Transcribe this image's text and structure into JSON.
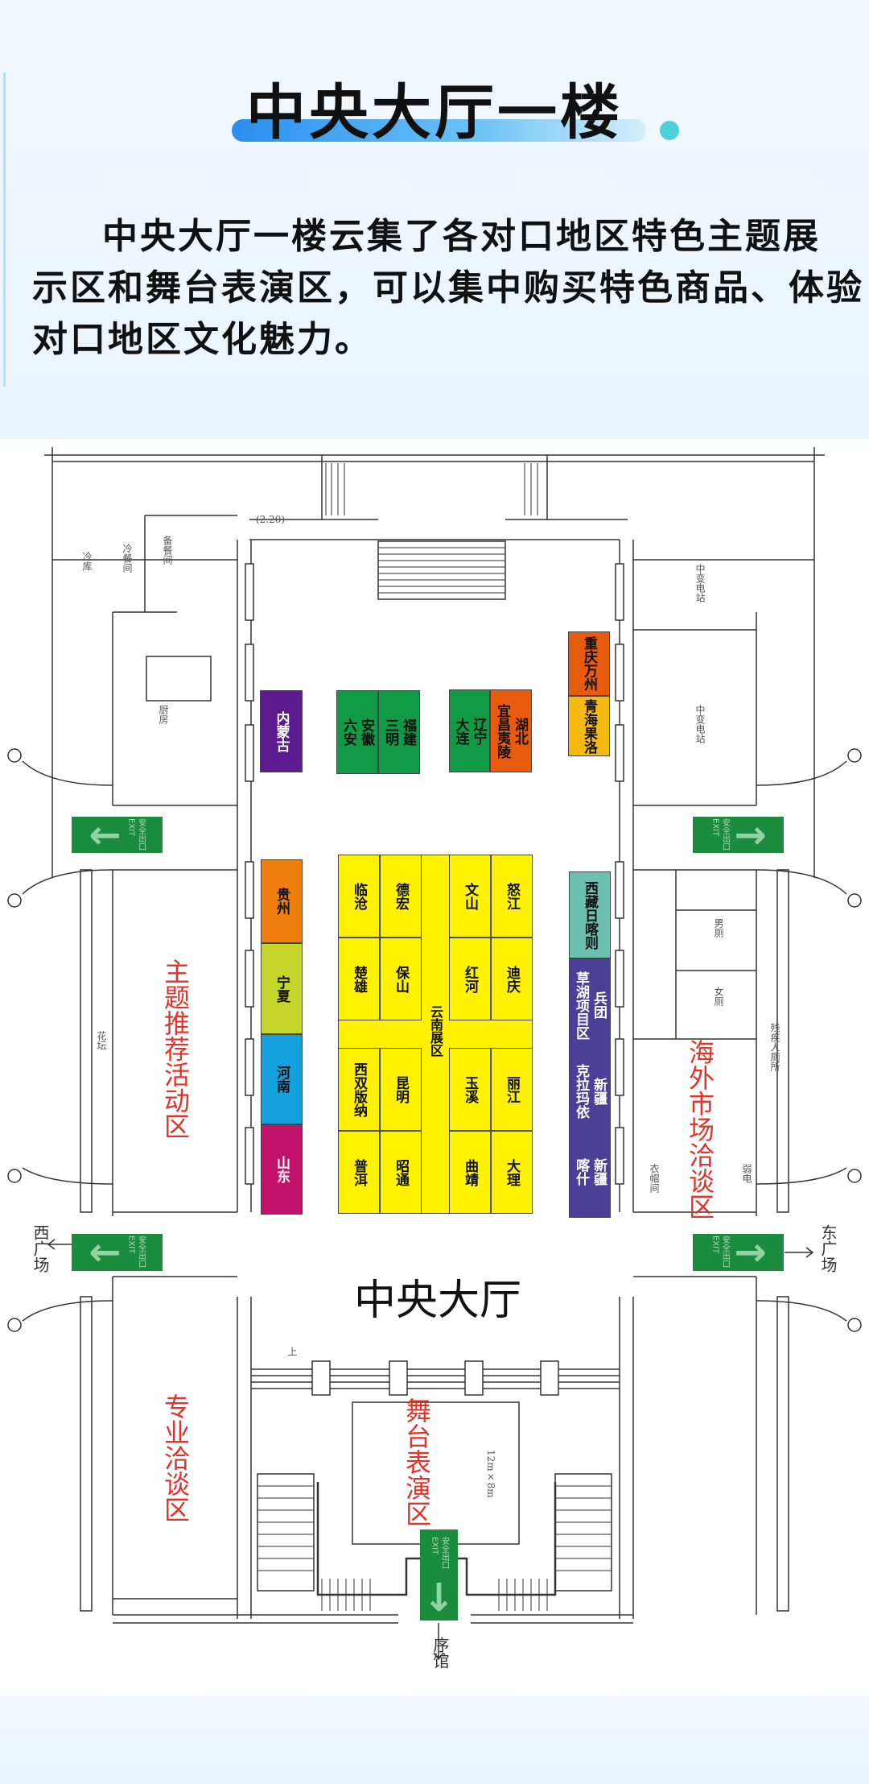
{
  "header": {
    "title": "中央大厅一楼",
    "intro_lines": [
      "中央大厅一楼云集了各对口地区特色主题展",
      "示区和舞台表演区，可以集中购买特色商品、体验",
      "对口地区文化魅力。"
    ]
  },
  "map": {
    "hall_label": "中央大厅",
    "zones": {
      "theme": "主题推荐活动区",
      "overseas": "海外市场洽谈区",
      "professional": "专业洽谈区",
      "stage": "舞台表演区"
    },
    "booths_top": [
      {
        "label": "内蒙古",
        "color": "#5c1b8e"
      },
      {
        "label": "安徽\n六安",
        "color": "#109a45"
      },
      {
        "label": "福建\n三明",
        "color": "#109a45"
      },
      {
        "label": "辽宁\n大连",
        "color": "#109a45"
      },
      {
        "label": "湖北\n宜昌夷陵",
        "color": "#e85a0e"
      },
      {
        "label": "重庆万州",
        "color": "#e85a0e"
      },
      {
        "label": "青海果洛",
        "color": "#f5b90f"
      }
    ],
    "booths_left": [
      {
        "label": "贵州",
        "color": "#ee7f0d"
      },
      {
        "label": "宁夏",
        "color": "#c4d52b"
      },
      {
        "label": "河南",
        "color": "#14a0dc"
      },
      {
        "label": "山东",
        "color": "#c2126b"
      }
    ],
    "yunnan": {
      "label": "云南展区",
      "color": "#fff200",
      "cells": [
        "临沧",
        "德宏",
        "文山",
        "怒江",
        "楚雄",
        "保山",
        "红河",
        "迪庆",
        "西双版纳",
        "昆明",
        "玉溪",
        "丽江",
        "普洱",
        "昭通",
        "曲靖",
        "大理"
      ]
    },
    "booths_right": [
      {
        "label": "西藏日喀则",
        "color": "#6cc0b1"
      },
      {
        "label": "兵团\n草湖项目区",
        "color": "#4b3f97"
      },
      {
        "label": "新疆\n克拉玛依",
        "color": "#4b3f97"
      },
      {
        "label": "新疆\n喀什",
        "color": "#4b3f97"
      }
    ],
    "exit_sign_text": "安全出口 EXIT",
    "directions": {
      "west": "西广场",
      "east": "东广场",
      "south": "序馆"
    },
    "rooms": {
      "cold_storage": "冷库",
      "cold_meal": "冷餐间",
      "prep": "备餐间",
      "kitchen": "厨房",
      "substation_1": "中变电站",
      "substation_2": "中变电站",
      "mens": "男厕",
      "womens": "女厕",
      "accessible": "残疾人厕所",
      "flowerbed": "花坛",
      "cloakroom": "衣帽间",
      "weak_current": "弱电",
      "elevation": "(2.20)",
      "stage_size": "12m×8m",
      "up": "上"
    }
  }
}
